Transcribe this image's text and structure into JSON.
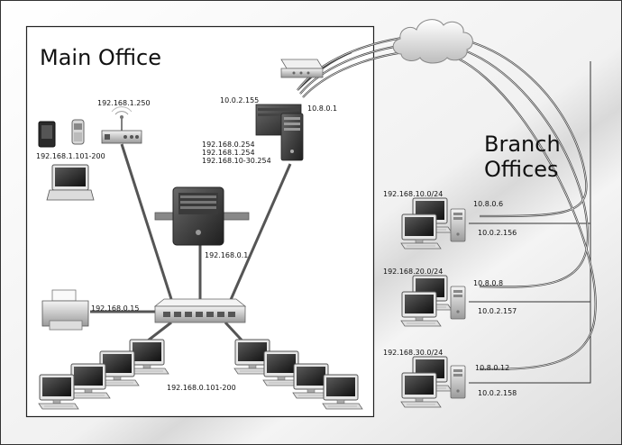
{
  "regions": {
    "main": "Main Office",
    "branch": "Branch\nOffices"
  },
  "main_office": {
    "wireless_ap_ip": "192.168.1.250",
    "mobile_clients_range": "192.168.1.101-200",
    "modem_ip": "10.0.2.155",
    "vpn_ip": "10.8.0.1",
    "gateway_ips": "192.168.0.254\n192.168.1.254\n192.168.10-30.254",
    "server_ip": "192.168.0.1",
    "printer_ip": "192.168.0.15",
    "workstations_range": "192.168.0.101-200"
  },
  "branches": [
    {
      "subnet": "192.168.10.0/24",
      "vpn_ip": "10.8.0.6",
      "wan_ip": "10.0.2.156"
    },
    {
      "subnet": "192.168.20.0/24",
      "vpn_ip": "10.8.0.8",
      "wan_ip": "10.0.2.157"
    },
    {
      "subnet": "192.168.30.0/24",
      "vpn_ip": "10.8.0.12",
      "wan_ip": "10.0.2.158"
    }
  ],
  "icons": [
    "cloud-icon",
    "modem-icon",
    "wireless-router-icon",
    "pda-icon",
    "mobile-phone-icon",
    "laptop-icon",
    "firewall-server-icon",
    "main-server-icon",
    "network-switch-icon",
    "printer-icon",
    "workstation-icon",
    "branch-server-icon"
  ]
}
